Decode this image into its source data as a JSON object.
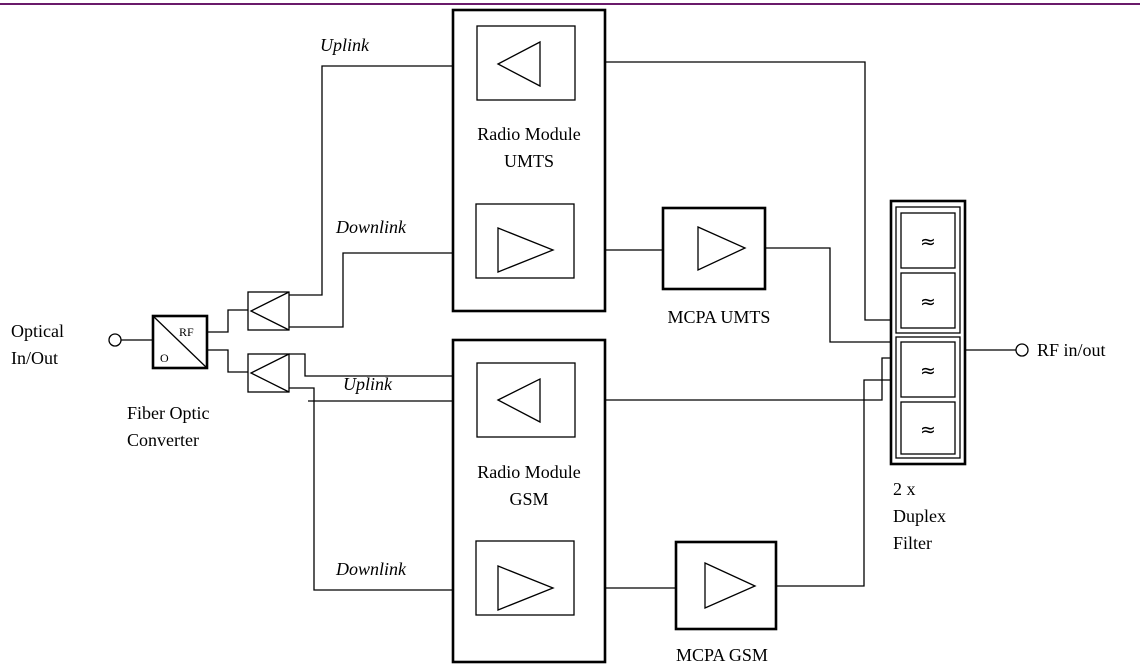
{
  "colors": {
    "top_rule": "#6a1a6a",
    "line": "#000000",
    "background": "#ffffff"
  },
  "labels": {
    "uplink_umts": "Uplink",
    "downlink_umts": "Downlink",
    "uplink_gsm": "Uplink",
    "downlink_gsm": "Downlink",
    "radio_module_umts": [
      "Radio Module",
      "UMTS"
    ],
    "radio_module_gsm": [
      "Radio Module",
      "GSM"
    ],
    "mcpa_umts": "MCPA UMTS",
    "mcpa_gsm": "MCPA GSM",
    "optical_io": [
      "Optical",
      "In/Out"
    ],
    "fiber_optic_converter": [
      "Fiber Optic",
      "Converter"
    ],
    "converter_rf": "RF",
    "converter_o": "O",
    "duplex_filter": [
      "2 x",
      "Duplex",
      "Filter"
    ],
    "rf_io": "RF in/out",
    "filter_symbol": "≈"
  }
}
